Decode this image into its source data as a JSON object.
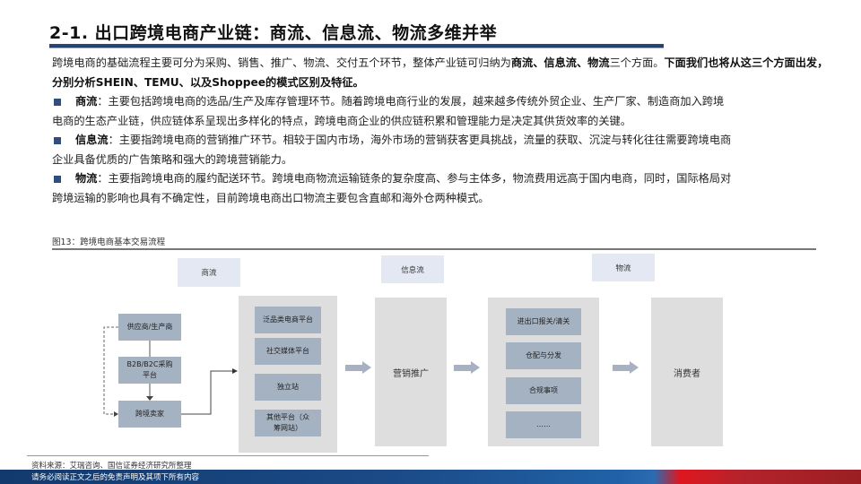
{
  "header": {
    "title": "2-1. 出口跨境电商产业链：商流、信息流、物流多维并举"
  },
  "body": {
    "intro": {
      "part1": "跨境电商的基础流程主要可分为采购、销售、推广、物流、交付五个环节，整体产业链可归纳为",
      "bold1": "商流、信息流、物流",
      "part2": "三个方面。",
      "bold2": "下面我们也将从这三个方面出发，分别分析SHEIN、TEMU、以及Shoppee的模式区别及特征。"
    },
    "bullets": [
      {
        "label": "商流",
        "line1": "：主要包括跨境电商的选品/生产及库存管理环节。随着跨境电商行业的发展，越来越多传统外贸企业、生产厂家、制造商加入跨境",
        "line2": "电商的生态产业链，供应链体系呈现出多样化的特点，跨境电商企业的供应链积累和管理能力是决定其供货效率的关键。"
      },
      {
        "label": "信息流",
        "line1": "：主要指跨境电商的营销推广环节。相较于国内市场，海外市场的营销获客更具挑战，流量的获取、沉淀与转化往往需要跨境电商",
        "line2": "企业具备优质的广告策略和强大的跨境营销能力。"
      },
      {
        "label": "物流",
        "line1": "：主要指跨境电商的履约配送环节。跨境电商物流运输链条的复杂度高、参与主体多，物流费用远高于国内电商，同时，国际格局对",
        "line2": "跨境运输的影响也具有不确定性，目前跨境电商出口物流主要包含直邮和海外仓两种模式。"
      }
    ]
  },
  "figure": {
    "caption": "图13：跨境电商基本交易流程",
    "categories": [
      "商流",
      "信息流",
      "物流"
    ],
    "supply_chain": [
      "供应商/生产商",
      "B2B/B2C采购平台",
      "跨境卖家"
    ],
    "platforms": [
      "泛品类电商平台",
      "社交媒体平台",
      "独立站",
      "其他平台（众筹网站）"
    ],
    "marketing": "营销推广",
    "logistics": [
      "进出口报关/清关",
      "仓配与分发",
      "合规事项",
      "……"
    ],
    "consumer": "消费者",
    "colors": {
      "category_bg": "#e3e8f3",
      "panel_bg": "#dedede",
      "tile_bg": "#a5b2c2",
      "arrow": "#a7b1c3"
    }
  },
  "footer": {
    "source": "资料来源：艾瑞咨询、国信证券经济研究所整理",
    "disclaimer": "请务必阅读正文之后的免责声明及其项下所有内容"
  }
}
